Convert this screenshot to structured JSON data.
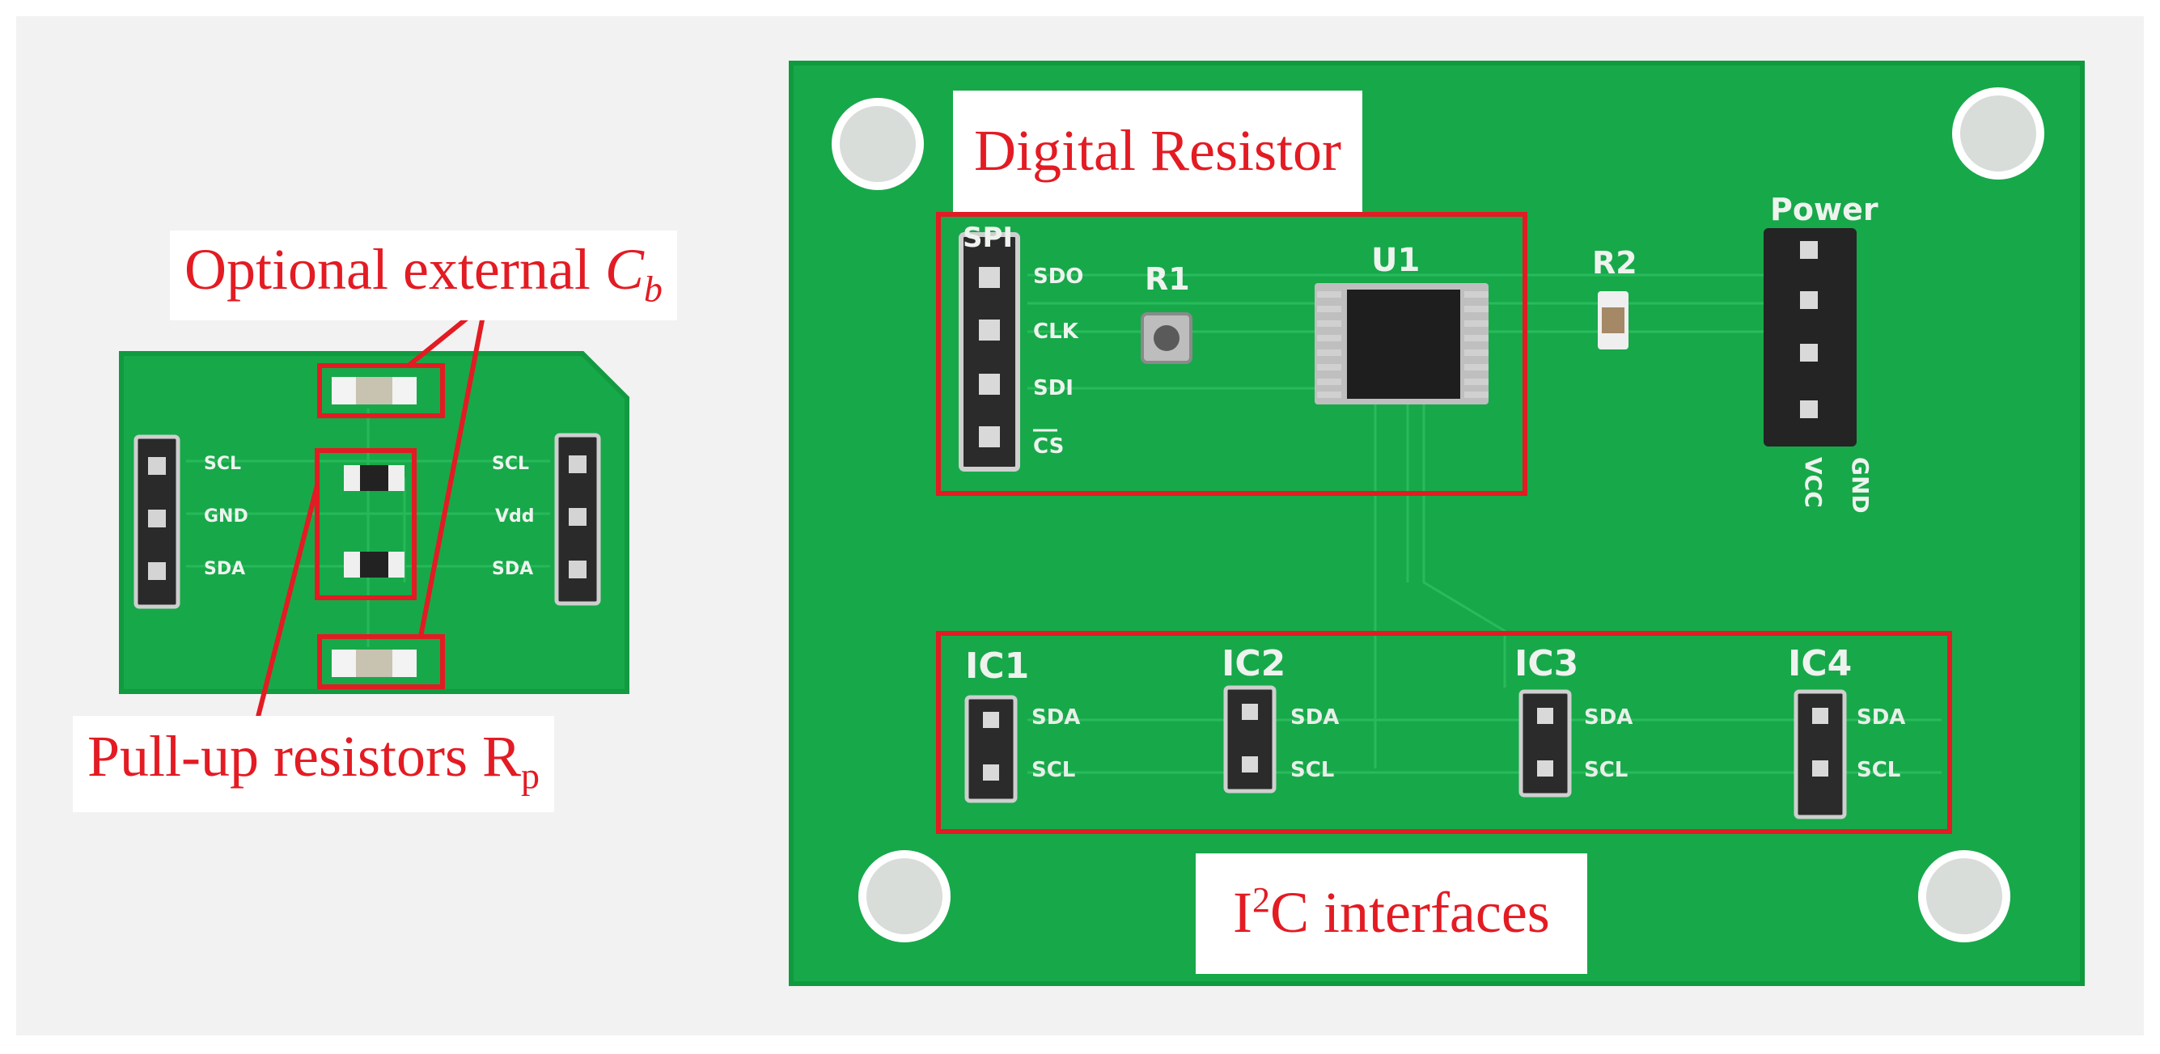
{
  "annotations": {
    "cb_label_text": "Optional external ",
    "cb_symbol": "C",
    "cb_sub": "b",
    "pullup_label_text": "Pull-up resistors R",
    "pullup_sub": "p",
    "digital_resistor": "Digital Resistor",
    "i2c_prefix": "I",
    "i2c_sup": "2",
    "i2c_suffix": "C interfaces"
  },
  "small_board": {
    "left_pins": [
      "SCL",
      "GND",
      "SDA"
    ],
    "right_pins": [
      "SCL",
      "Vdd",
      "SDA"
    ]
  },
  "big_board": {
    "spi_header": "SPI",
    "spi_pins": [
      "SDO",
      "CLK",
      "SDI",
      "CS"
    ],
    "r1": "R1",
    "u1": "U1",
    "r2": "R2",
    "power": "Power",
    "power_pins": [
      "VCC",
      "GND"
    ],
    "ic_labels": [
      "IC1",
      "IC2",
      "IC3",
      "IC4"
    ],
    "ic_pins": [
      "SDA",
      "SCL"
    ]
  },
  "colors": {
    "pcb": "#17a84a",
    "pcb_dark": "#0f8f3c",
    "annotation": "#e31b23",
    "background": "#f2f2f2"
  }
}
